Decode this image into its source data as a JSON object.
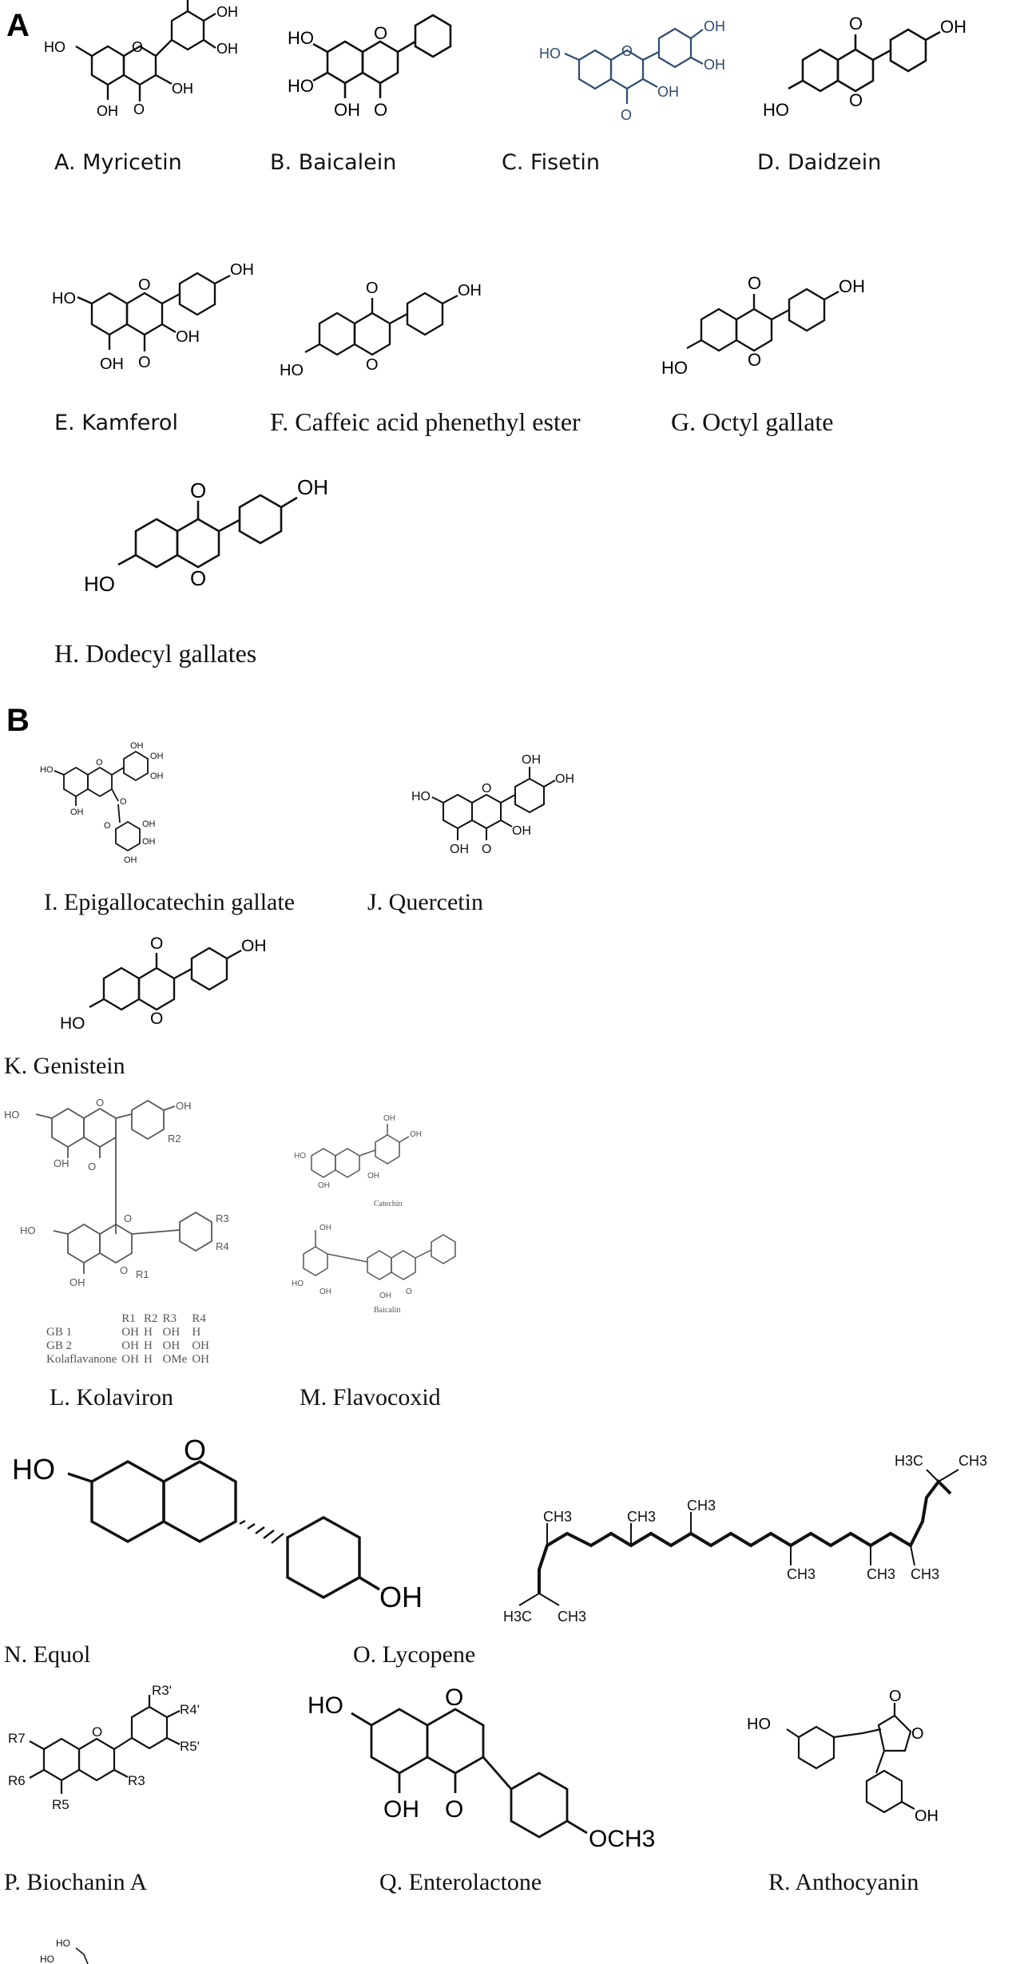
{
  "panels": {
    "a": "A",
    "b": "B"
  },
  "labels": {
    "a": "A. Myricetin",
    "b": "B. Baicalein",
    "c": "C. Fisetin",
    "d": "D. Daidzein",
    "e": "E. Kamferol",
    "f": "F. Caffeic acid phenethyl ester",
    "g": "G. Octyl gallate",
    "h": "H. Dodecyl gallates",
    "i": "I. Epigallocatechin gallate",
    "j": "J. Quercetin",
    "k": "K. Genistein",
    "l": "L. Kolaviron",
    "m": "M. Flavocoxid",
    "n": "N. Equol",
    "o": "O. Lycopene",
    "p": "P. Biochanin A",
    "q": "Q. Enterolactone",
    "r": "R. Anthocyanin"
  },
  "atoms": {
    "oh": "OH",
    "ho": "HO",
    "o": "O",
    "h3c": "H3C",
    "ch3": "CH3",
    "och3": "OCH3",
    "r1": "R1",
    "r2": "R2",
    "r3": "R3",
    "r4": "R4",
    "r3p": "R3'",
    "r4p": "R4'",
    "r5p": "R5'",
    "r5": "R5",
    "r6": "R6",
    "r7": "R7"
  },
  "kolaviron_table": {
    "headers": [
      "",
      "R1",
      "R2",
      "R3",
      "R4"
    ],
    "rows": [
      [
        "GB 1",
        "OH",
        "H",
        "OH",
        "H"
      ],
      [
        "GB 2",
        "OH",
        "H",
        "OH",
        "OH"
      ],
      [
        "Kolaflavanone",
        "OH",
        "H",
        "OMe",
        "OH"
      ]
    ]
  },
  "flavocoxid_captions": {
    "catechin": "Catechin",
    "baicalin": "Baicalin"
  },
  "colors": {
    "text": "#111111",
    "fisetin": "#2f4a6e",
    "ring_numbers": "#cc2222",
    "faint": "#666666"
  }
}
